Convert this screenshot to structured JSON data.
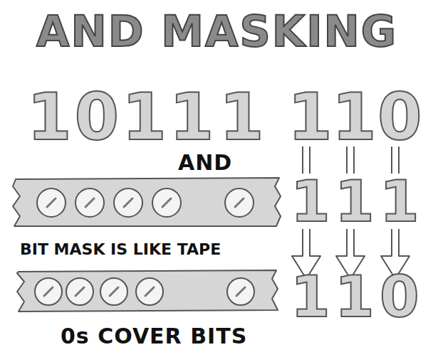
{
  "diagram": {
    "title": "AND MASKING",
    "labels": [
      "1011",
      "1",
      "1",
      "1",
      "0",
      "AND",
      "1",
      "1",
      "1",
      "BIT MASK IS LIKE TAPE",
      "1",
      "1",
      "0",
      "0s COVER BITS"
    ]
  }
}
